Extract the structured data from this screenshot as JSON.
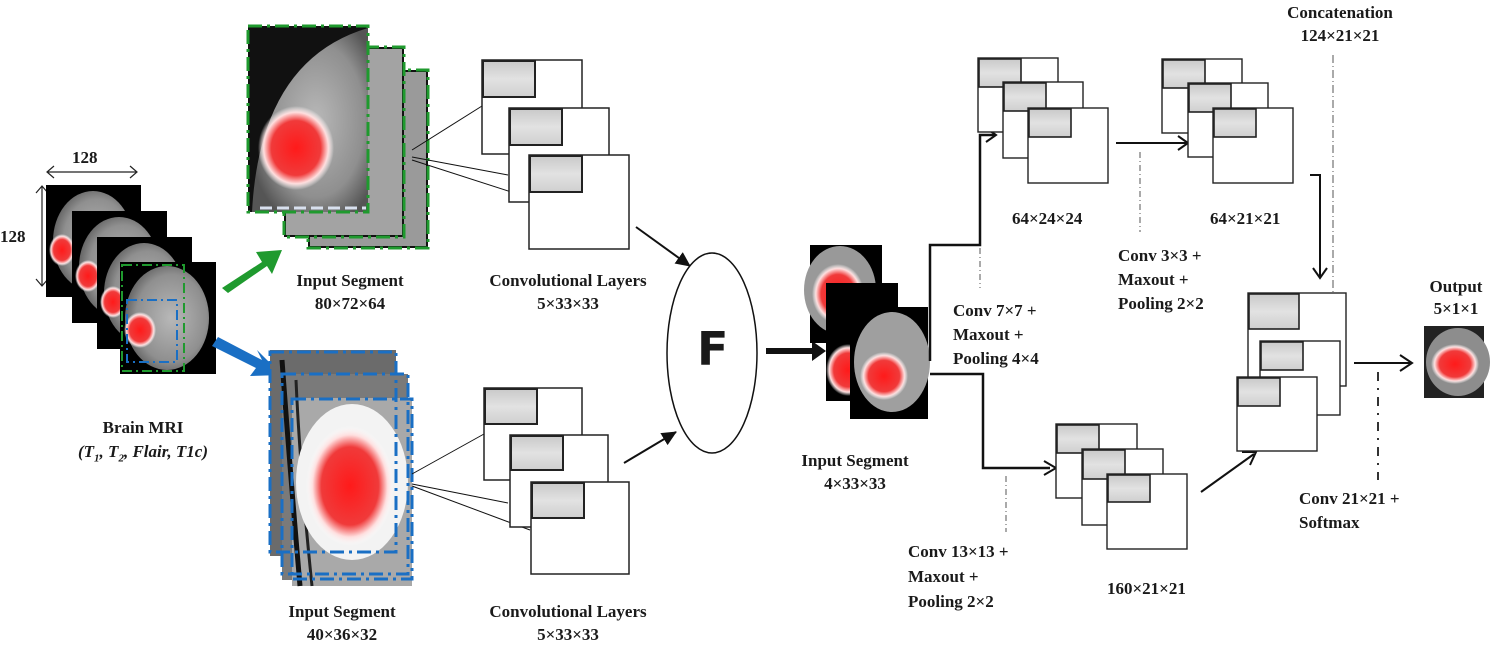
{
  "title": "Two-pathway CNN architecture for brain tumor segmentation",
  "input": {
    "width_label": "128",
    "height_label": "128",
    "name": "Brain MRI",
    "modalities": "(T1, T2, Flair, T1c)"
  },
  "upper_path": {
    "segment_label": "Input Segment",
    "segment_dims": "80×72×64",
    "conv_label": "Convolutional Layers",
    "conv_dims": "5×33×33",
    "arrow_color": "#1f9a2e"
  },
  "lower_path": {
    "segment_label": "Input Segment",
    "segment_dims": "40×36×32",
    "conv_label": "Convolutional Layers",
    "conv_dims": "5×33×33",
    "arrow_color": "#1a6fc4"
  },
  "fusion": {
    "symbol": "F"
  },
  "merged_segment": {
    "label": "Input Segment",
    "dims": "4×33×33"
  },
  "branch_top": {
    "op1": [
      "Conv 7×7 +",
      "Maxout +",
      "Pooling 4×4"
    ],
    "dims1": "64×24×24",
    "op2": [
      "Conv 3×3 +",
      "Maxout +",
      "Pooling 2×2"
    ],
    "dims2": "64×21×21"
  },
  "branch_bottom": {
    "op": [
      "Conv 13×13 +",
      "Maxout +",
      "Pooling 2×2"
    ],
    "dims": "160×21×21"
  },
  "concatenation": {
    "label": "Concatenation",
    "dims": "124×21×21"
  },
  "final": {
    "op": [
      "Conv 21×21 +",
      "Softmax"
    ]
  },
  "output": {
    "label": "Output",
    "dims": "5×1×1"
  }
}
